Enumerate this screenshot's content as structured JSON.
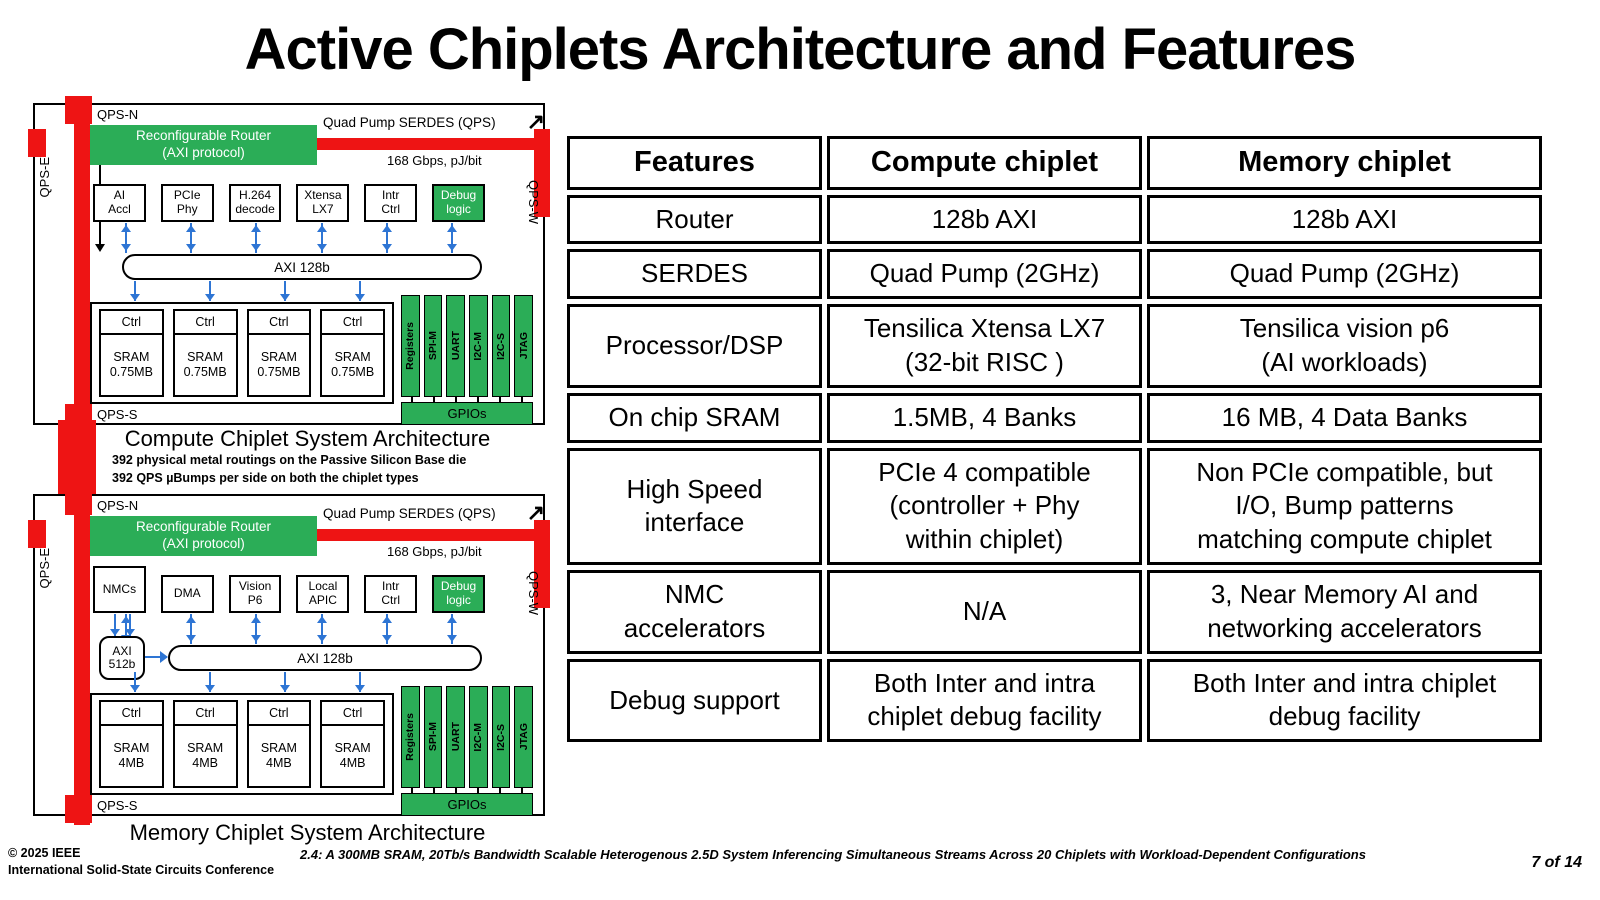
{
  "title": "Active Chiplets Architecture and Features",
  "colors": {
    "green": "#2BAD57",
    "red": "#EE1414",
    "blue": "#2E75D4"
  },
  "diagrams": {
    "compute": {
      "qps_n": "QPS-N",
      "qps_e": "QPS-E",
      "qps_w": "QPS-W",
      "qps_s": "QPS-S",
      "router": "Reconfigurable Router\n(AXI protocol)",
      "serdes_label": "Quad Pump SERDES (QPS)",
      "serdes_rate": "168 Gbps, pJ/bit",
      "blocks": [
        "AI\nAccl",
        "PCIe\nPhy",
        "H.264\ndecode",
        "Xtensa\nLX7",
        "Intr\nCtrl",
        "Debug\nlogic"
      ],
      "bus": "AXI 128b",
      "banks": [
        {
          "ctrl": "Ctrl",
          "sram": "SRAM\n0.75MB"
        },
        {
          "ctrl": "Ctrl",
          "sram": "SRAM\n0.75MB"
        },
        {
          "ctrl": "Ctrl",
          "sram": "SRAM\n0.75MB"
        },
        {
          "ctrl": "Ctrl",
          "sram": "SRAM\n0.75MB"
        }
      ],
      "peripherals": [
        "Registers",
        "SPI-M",
        "UART",
        "I2C-M",
        "I2C-S",
        "JTAG"
      ],
      "gpio": "GPIOs",
      "caption": "Compute Chiplet System Architecture"
    },
    "memory": {
      "qps_n": "QPS-N",
      "qps_e": "QPS-E",
      "qps_w": "QPS-W",
      "qps_s": "QPS-S",
      "router": "Reconfigurable Router\n(AXI protocol)",
      "serdes_label": "Quad Pump SERDES (QPS)",
      "serdes_rate": "168 Gbps, pJ/bit",
      "blocks": [
        "NMCs",
        "DMA",
        "Vision\nP6",
        "Local\nAPIC",
        "Intr\nCtrl",
        "Debug\nlogic"
      ],
      "axi512": "AXI\n512b",
      "bus": "AXI 128b",
      "banks": [
        {
          "ctrl": "Ctrl",
          "sram": "SRAM\n4MB"
        },
        {
          "ctrl": "Ctrl",
          "sram": "SRAM\n4MB"
        },
        {
          "ctrl": "Ctrl",
          "sram": "SRAM\n4MB"
        },
        {
          "ctrl": "Ctrl",
          "sram": "SRAM\n4MB"
        }
      ],
      "peripherals": [
        "Registers",
        "SPI-M",
        "UART",
        "I2C-M",
        "I2C-S",
        "JTAG"
      ],
      "gpio": "GPIOs",
      "caption": "Memory Chiplet System Architecture"
    }
  },
  "between_note": "392 physical metal routings on the Passive Silicon Base die\n392 QPS µBumps per side on both the chiplet types",
  "table": {
    "headers": [
      "Features",
      "Compute chiplet",
      "Memory chiplet"
    ],
    "rows": [
      {
        "feature": "Router",
        "compute": "128b AXI",
        "memory": "128b AXI"
      },
      {
        "feature": "SERDES",
        "compute": "Quad Pump (2GHz)",
        "memory": "Quad Pump (2GHz)"
      },
      {
        "feature": "Processor/DSP",
        "compute": "Tensilica Xtensa LX7\n(32-bit RISC )",
        "memory": "Tensilica vision p6\n(AI workloads)"
      },
      {
        "feature": "On chip SRAM",
        "compute": "1.5MB, 4 Banks",
        "memory": "16 MB, 4 Data Banks"
      },
      {
        "feature": "High Speed\ninterface",
        "compute": "PCIe 4 compatible\n(controller + Phy\nwithin chiplet)",
        "memory": "Non PCIe compatible, but\nI/O, Bump patterns\nmatching compute chiplet"
      },
      {
        "feature": "NMC\naccelerators",
        "compute": "N/A",
        "memory": "3, Near Memory AI and\nnetworking accelerators"
      },
      {
        "feature": "Debug support",
        "compute": "Both Inter and intra\nchiplet debug facility",
        "memory": "Both Inter and intra chiplet\ndebug facility"
      }
    ]
  },
  "footer": {
    "copyright": "© 2025 IEEE",
    "conference": "International Solid-State Circuits Conference",
    "paper": "2.4: A 300MB SRAM, 20Tb/s Bandwidth Scalable Heterogenous 2.5D System Inferencing Simultaneous Streams Across 20 Chiplets  with Workload-Dependent Configurations",
    "page": "7 of 14"
  }
}
